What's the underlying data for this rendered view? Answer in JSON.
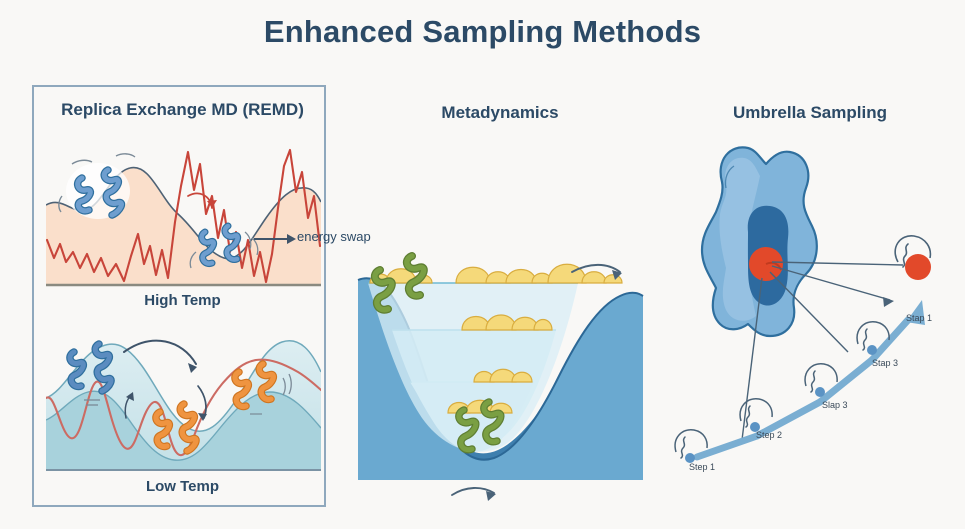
{
  "figure": {
    "title": "Enhanced Sampling Methods",
    "background_color": "#f9f8f6",
    "title_color": "#2c4a66"
  },
  "panels": {
    "remd": {
      "title": "Replica Exchange MD (REMD)",
      "border_color": "#8fa8bd",
      "swap_label": "energy swap",
      "subpanels": [
        {
          "label": "High Temp",
          "fill_color": "#fadfcb",
          "trajectory_color": "#c8453a",
          "protein_color": "#6e9ecf"
        },
        {
          "label": "Low Temp",
          "fill_color": "#cfe6ec",
          "fill_color_back": "#a8d2dc",
          "trajectory_color": "#cc6b63",
          "protein_color_cold": "#5b8cc0",
          "protein_color_warm": "#ef9440"
        }
      ]
    },
    "metadynamics": {
      "title": "Metadynamics",
      "well_color_outer": "#3e7fae",
      "well_color_inner": "#6aa9d0",
      "fill_layer_color": "#c9e8f2",
      "gaussian_color": "#f5d97a",
      "gaussian_stroke": "#d9ad3f",
      "protein_color": "#7a9f43",
      "arrow_color": "#4a6378",
      "gaussian_rows": [
        {
          "count": 7,
          "size": "large"
        },
        {
          "count": 4,
          "size": "medium"
        },
        {
          "count": 3,
          "size": "medium"
        },
        {
          "count": 3,
          "size": "small"
        }
      ]
    },
    "umbrella": {
      "title": "Umbrella Sampling",
      "protein_body_color": "#80b4da",
      "protein_edge_color": "#2f6f9e",
      "pocket_color": "#2d6a9f",
      "ligand_color": "#e2492a",
      "path_arrow_color": "#7aaed2",
      "steps": [
        {
          "label": "Step 1"
        },
        {
          "label": "Step 2"
        },
        {
          "label": "Slap 3"
        },
        {
          "label": "Stap 3"
        },
        {
          "label": "Stap 1"
        }
      ]
    }
  }
}
